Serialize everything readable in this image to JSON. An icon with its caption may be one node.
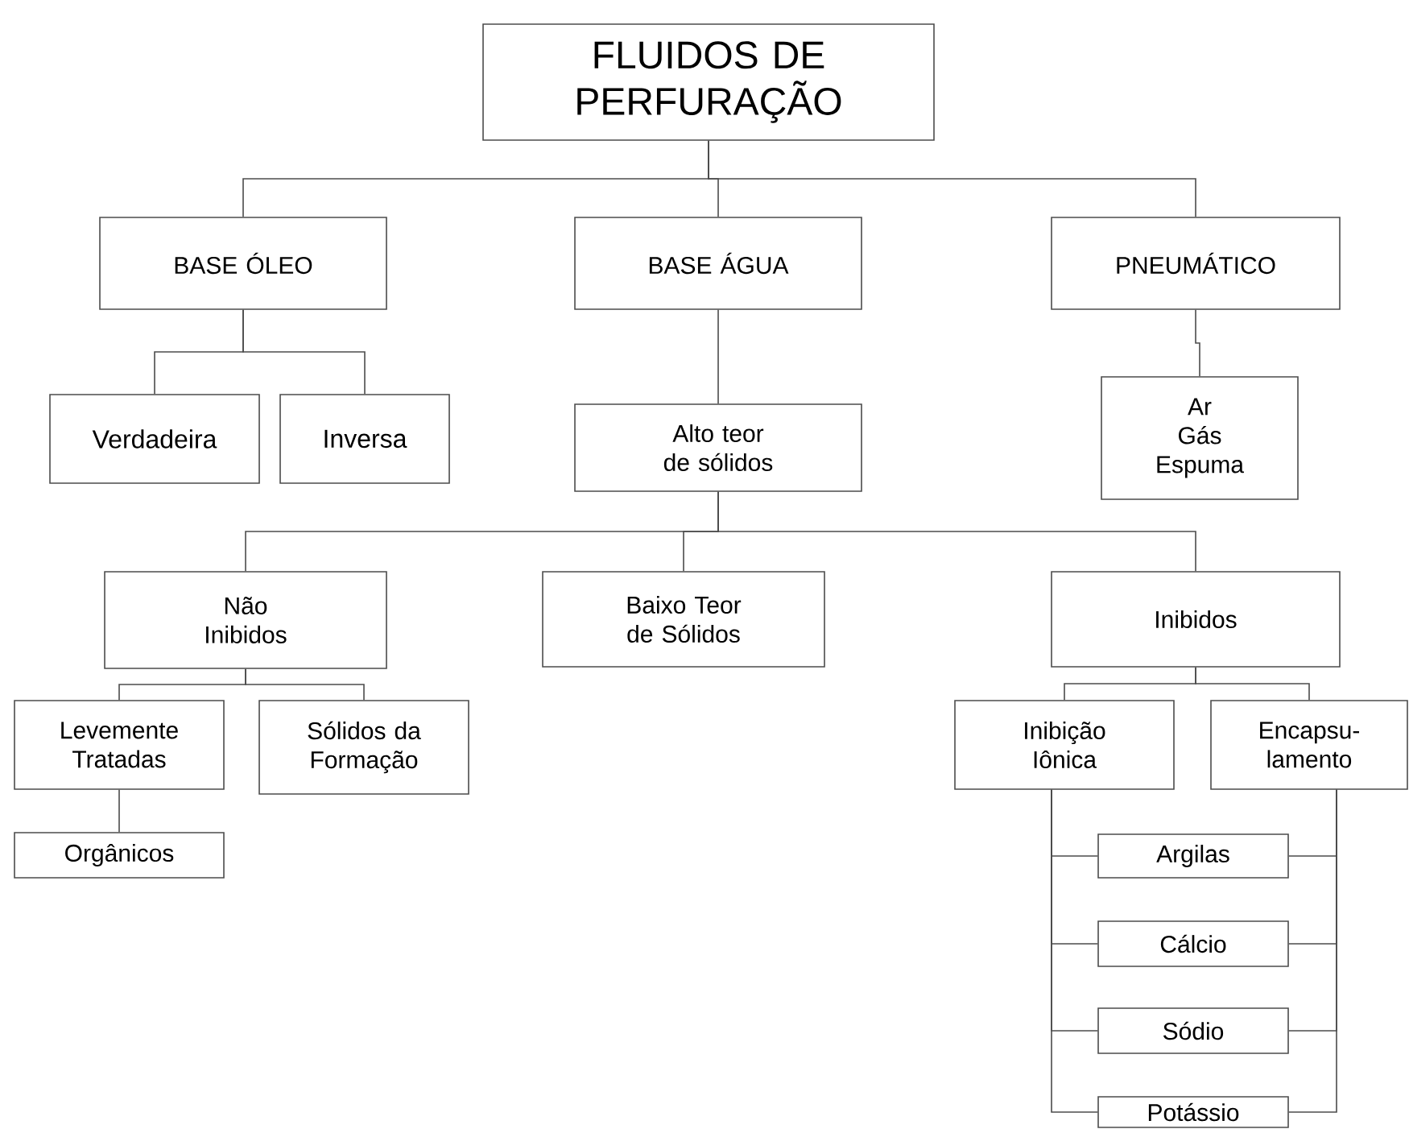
{
  "diagram": {
    "nodes": [
      {
        "text": [
          "FLUIDOS DE PERFURAÇÃO"
        ]
      },
      {
        "text": [
          "BASE ÓLEO"
        ]
      },
      {
        "text": [
          "BASE ÁGUA"
        ]
      },
      {
        "text": [
          "PNEUMÁTICO"
        ]
      },
      {
        "text": [
          "Verdadeira"
        ]
      },
      {
        "text": [
          "Inversa"
        ]
      },
      {
        "text": [
          "Alto teor de sólidos"
        ]
      },
      {
        "text": [
          "Ar",
          "Gás",
          "Espuma"
        ]
      },
      {
        "text": [
          "Não Inibidos"
        ]
      },
      {
        "text": [
          "Baixo Teor de Sólidos"
        ]
      },
      {
        "text": [
          "Inibidos"
        ]
      },
      {
        "text": [
          "Levemente Tratadas"
        ]
      },
      {
        "text": [
          "Sólidos da Formação"
        ]
      },
      {
        "text": [
          "Orgânicos"
        ]
      },
      {
        "text": [
          "Inibição Iônica"
        ]
      },
      {
        "text": [
          "Encapsu- lamento"
        ]
      },
      {
        "text": [
          "Argilas"
        ]
      },
      {
        "text": [
          "Cálcio"
        ]
      },
      {
        "text": [
          "Sódio"
        ]
      },
      {
        "text": [
          "Potássio"
        ]
      }
    ],
    "edges": [
      {
        "from": 0,
        "to": 1,
        "arrow": "none"
      },
      {
        "from": 0,
        "to": 2,
        "arrow": "none"
      },
      {
        "from": 0,
        "to": 3,
        "arrow": "none"
      },
      {
        "from": 1,
        "to": 4,
        "arrow": "none"
      },
      {
        "from": 1,
        "to": 5,
        "arrow": "none"
      },
      {
        "from": 2,
        "to": 6,
        "arrow": "none"
      },
      {
        "from": 3,
        "to": 7,
        "arrow": "none"
      },
      {
        "from": 6,
        "to": 8,
        "arrow": "none"
      },
      {
        "from": 6,
        "to": 9,
        "arrow": "none"
      },
      {
        "from": 6,
        "to": 10,
        "arrow": "none"
      },
      {
        "from": 8,
        "to": 11,
        "arrow": "none"
      },
      {
        "from": 8,
        "to": 12,
        "arrow": "none"
      },
      {
        "from": 11,
        "to": 13,
        "arrow": "none"
      },
      {
        "from": 10,
        "to": 14,
        "arrow": "none"
      },
      {
        "from": 10,
        "to": 15,
        "arrow": "none"
      },
      {
        "from": 14,
        "to": 16,
        "arrow": "none"
      },
      {
        "from": 14,
        "to": 17,
        "arrow": "none"
      },
      {
        "from": 14,
        "to": 18,
        "arrow": "none"
      },
      {
        "from": 14,
        "to": 19,
        "arrow": "none"
      },
      {
        "from": 15,
        "to": 16,
        "arrow": "none"
      },
      {
        "from": 15,
        "to": 17,
        "arrow": "none"
      },
      {
        "from": 15,
        "to": 18,
        "arrow": "none"
      },
      {
        "from": 15,
        "to": 19,
        "arrow": "none"
      }
    ]
  }
}
